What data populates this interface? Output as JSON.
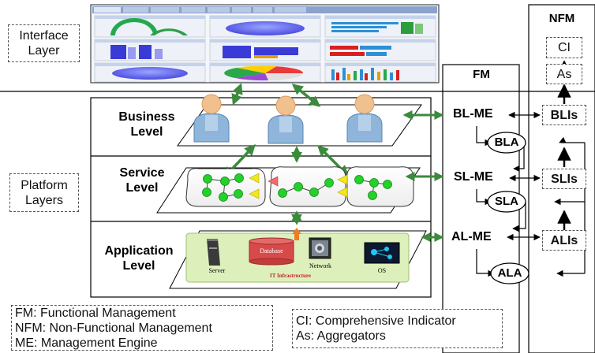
{
  "left_labels": {
    "interface_layer": [
      "Interface",
      "Layer"
    ],
    "platform_layers": [
      "Platform",
      "Layers"
    ]
  },
  "levels": {
    "business": [
      "Business",
      "Level"
    ],
    "service": [
      "Service",
      "Level"
    ],
    "application": [
      "Application",
      "Level"
    ]
  },
  "fm": {
    "title": "FM",
    "engines": [
      "BL-ME",
      "SL-ME",
      "AL-ME"
    ],
    "agents": [
      "BLA",
      "SLA",
      "ALA"
    ]
  },
  "nfm": {
    "title": "NFM",
    "ci": "CI",
    "as": "As",
    "indicators": [
      "BLIs",
      "SLIs",
      "ALIs"
    ]
  },
  "app_panel": {
    "items": [
      "Server",
      "Database",
      "Network",
      "OS"
    ],
    "footer": "IT Infrastructure"
  },
  "legend_left": [
    "FM: Functional Management",
    "NFM: Non-Functional Management",
    "ME: Management Engine"
  ],
  "legend_right": [
    "CI: Comprehensive Indicator",
    "As: Aggregators"
  ],
  "colors": {
    "person_skin": "#f1c08f",
    "person_body": "#8fb6da",
    "node_green": "#24d02a",
    "triangle_yellow": "#f2e71d",
    "triangle_red": "#ef6c6c",
    "arrow_green": "#3c8a3c",
    "app_panel_fill": "#ddf0bb",
    "upload_orange": "#ee7d22"
  }
}
